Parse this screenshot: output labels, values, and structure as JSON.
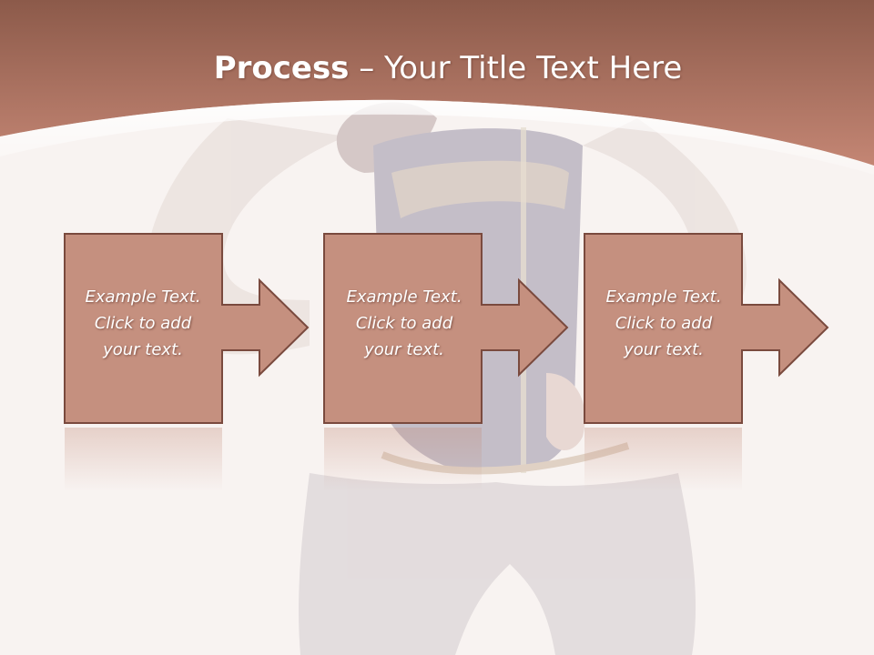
{
  "slide": {
    "title_bold": "Process",
    "title_rest": " – Your Title Text Here"
  },
  "steps": [
    {
      "line1": "Example Text.",
      "line2": "Click  to add",
      "line3": "your text."
    },
    {
      "line1": "Example Text.",
      "line2": "Click  to add",
      "line3": "your text."
    },
    {
      "line1": "Example Text.",
      "line2": "Click  to add",
      "line3": "your text."
    }
  ],
  "colors": {
    "header_dark": "#8c5a4a",
    "header_light": "#c48674",
    "box_fill": "#c5907f",
    "box_border": "#7a4a3e",
    "background": "#f8f3f1"
  }
}
